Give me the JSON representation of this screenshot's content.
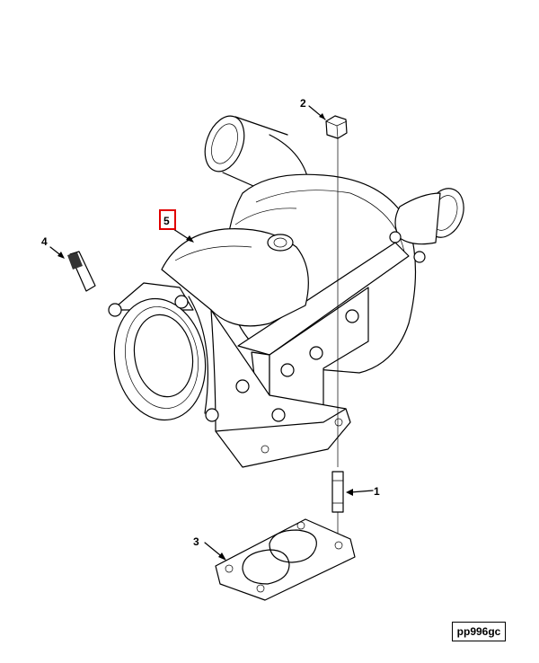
{
  "callouts": {
    "item1": "1",
    "item2": "2",
    "item3": "3",
    "item4": "4",
    "item5": "5"
  },
  "highlighted_callout": "5",
  "highlight_color": "#e00000",
  "drawing_code": "pp996gc"
}
